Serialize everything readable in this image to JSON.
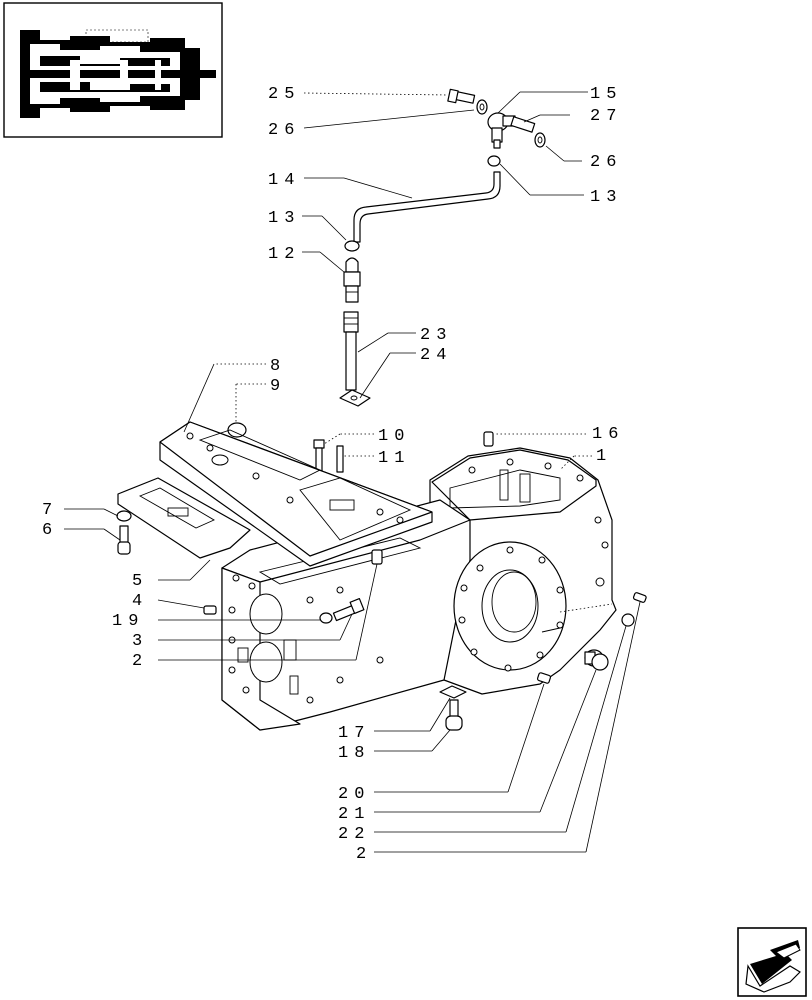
{
  "thumbnail": {
    "icon": "transmission-section-thumbnail-icon"
  },
  "nav": {
    "icon": "next-page-arrow-icon"
  },
  "callouts": {
    "c25": "25",
    "c26a": "26",
    "c15": "15",
    "c27": "27",
    "c26b": "26",
    "c14": "14",
    "c13a": "13",
    "c13b": "13",
    "c12": "12",
    "c23": "23",
    "c24": "24",
    "c8": "8",
    "c9": "9",
    "c10": "10",
    "c11": "11",
    "c16": "16",
    "c1": "1",
    "c7": "7",
    "c6": "6",
    "c5": "5",
    "c4": "4",
    "c19": "19",
    "c3": "3",
    "c2a": "2",
    "c17": "17",
    "c18": "18",
    "c20": "20",
    "c21": "21",
    "c22": "22",
    "c2b": "2"
  }
}
